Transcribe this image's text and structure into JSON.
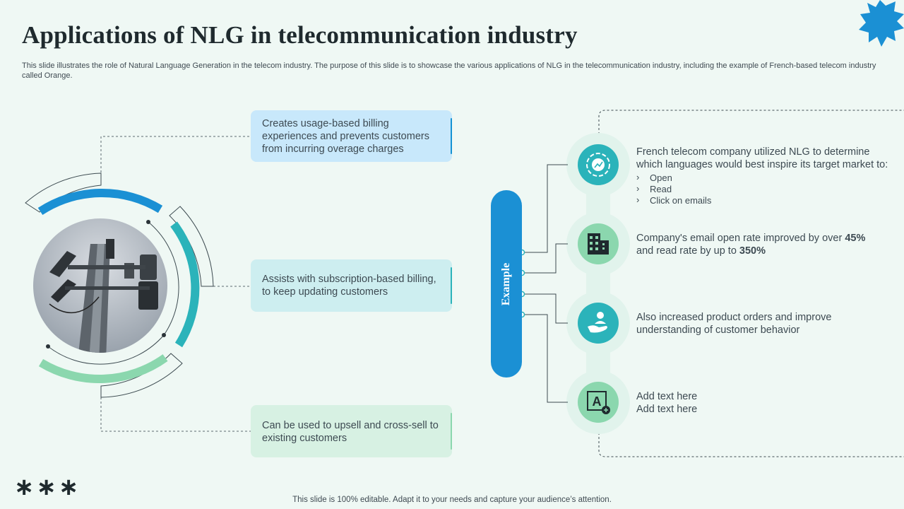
{
  "slide": {
    "title": "Applications of NLG in telecommunication industry",
    "subtitle": "This slide illustrates the role of Natural Language Generation in the telecom industry. The purpose of this slide is to showcase the various applications of NLG in the telecommunication industry, including the example of French-based telecom industry called Orange.",
    "footer": "This slide is 100% editable. Adapt it to your needs and capture your audience’s attention.",
    "stars": "∗∗∗"
  },
  "applications": [
    {
      "text": "Creates usage-based billing experiences and prevents customers from incurring overage charges"
    },
    {
      "text": "Assists with subscription-based billing, to keep updating customers"
    },
    {
      "text": "Can be used to upsell and cross-sell to existing customers"
    }
  ],
  "example": {
    "label": "Example",
    "items": [
      {
        "icon": "analytics-gear-icon",
        "text": "French telecom company utilized NLG to determine which languages would best inspire its target market to:",
        "bullets": [
          "Open",
          "Read",
          "Click on emails"
        ]
      },
      {
        "icon": "building-icon",
        "text_before": "Company's email open rate improved by over ",
        "open_rate": "45%",
        "text_middle": " and read rate by up to ",
        "read_rate": "350%"
      },
      {
        "icon": "hand-customer-icon",
        "text": "Also increased product orders and improve understanding of customer behavior"
      },
      {
        "icon": "text-add-icon",
        "line1": "Add text here",
        "line2": "Add text here"
      }
    ]
  },
  "colors": {
    "background": "#eff8f4",
    "blue": "#1b90d4",
    "teal": "#2bb3ba",
    "mint": "#8bd7ae"
  }
}
